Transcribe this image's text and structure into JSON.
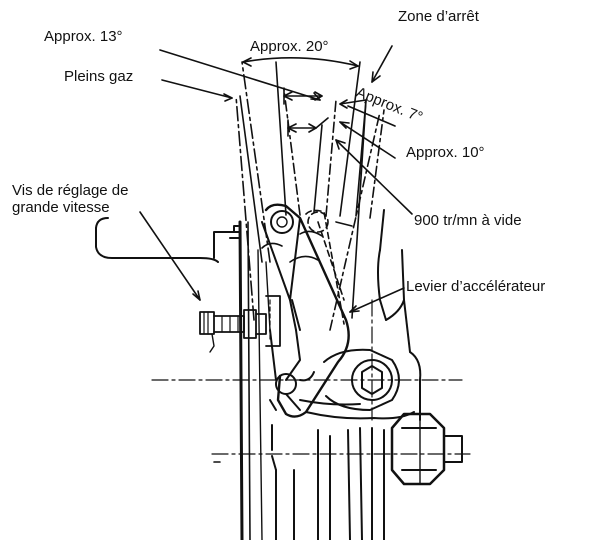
{
  "labels": {
    "zone_arret": "Zone d’arrêt",
    "approx_13": "Approx. 13°",
    "approx_20": "Approx. 20°",
    "pleins_gaz": "Pleins gaz",
    "approx_7": "Approx. 7°",
    "approx_10": "Approx. 10°",
    "vis_line1": "Vis de réglage de",
    "vis_line2": "grande vitesse",
    "tr_mn": "900 tr/mn à vide",
    "levier": "Levier d’accélérateur"
  },
  "colors": {
    "ink": "#111111",
    "background": "#ffffff"
  }
}
